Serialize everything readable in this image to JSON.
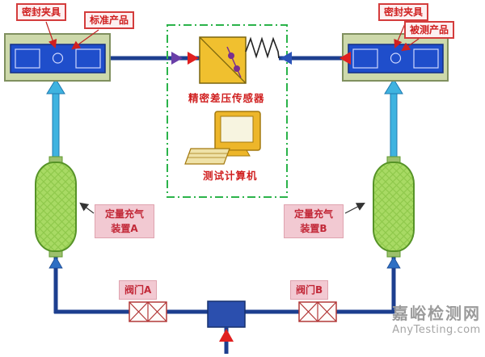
{
  "diagram": {
    "fixtures": {
      "left_label": "密封夹具",
      "right_label": "密封夹具",
      "standard_product": "标准产品",
      "test_product": "被测产品"
    },
    "sensor_label": "精密差压传感器",
    "computer_label": "测试计算机",
    "charge_a": {
      "line1": "定量充气",
      "line2": "装置A"
    },
    "charge_b": {
      "line1": "定量充气",
      "line2": "装置B"
    },
    "valve_a": "阀门A",
    "valve_b": "阀门B"
  },
  "watermark": {
    "site_name": "嘉峪检测网",
    "site_url": "AnyTesting.com"
  },
  "colors": {
    "accent_red": "#d02020",
    "pipe_navy": "#1d3f8f",
    "fixture_green": "#cdd9ab",
    "product_blue": "#1f4ecb",
    "sensor_gold": "#f0c02f",
    "cylinder_green": "#a8da64",
    "dashed_zone_green": "#2bb34a",
    "up_arrow_cyan": "#3fb3e0",
    "label_pink": "#f2c9d2"
  }
}
